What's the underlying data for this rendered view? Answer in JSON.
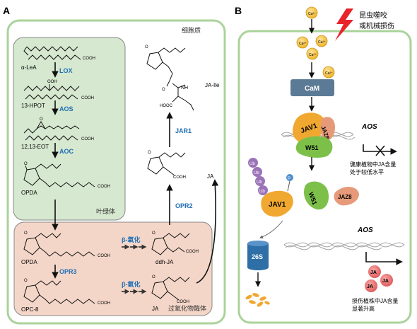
{
  "panels": {
    "a": {
      "letter": "A",
      "cytoplasm_label": "细胞质",
      "chloroplast_label": "叶绿体",
      "peroxisome_label": "过氧化物酶体",
      "compounds": {
        "alpha_lea": "α-LeA",
        "hpot": "13-HPOT",
        "eot": "12,13-EOT",
        "opda_chloroplast": "OPDA",
        "opda_peroxisome": "OPDA",
        "ddh_ja": "ddh-JA",
        "opc8": "OPC-8",
        "ja_peroxisome": "JA",
        "ja_cytoplasm": "JA",
        "ja_ile": "JA-Ile",
        "cooh": "COOH",
        "oh": "OOH",
        "o": "O",
        "nh": "NH",
        "hooc": "HOOC"
      },
      "enzymes": {
        "lox": "LOX",
        "aos": "AOS",
        "aoc": "AOC",
        "opr3": "OPR3",
        "opr2": "OPR2",
        "jar1": "JAR1",
        "beta_ox_1": "β-氧化",
        "beta_ox_2": "β-氧化"
      }
    },
    "b": {
      "letter": "B",
      "stimulus": [
        "昆虫噬咬",
        "或机械损伤"
      ],
      "calcium_ion": "Ca²⁺",
      "calmodulin": "CaM",
      "jav1": "JAV1",
      "jaz8": "JAZ8",
      "w51": "W51",
      "ubiquitin": "Ub",
      "phosphate": "P",
      "proteasome": "26S",
      "gene_aos": "AOS",
      "ja": "JA",
      "healthy_note": [
        "健康植物中JA含量",
        "处于较低水平"
      ],
      "damaged_note": [
        "损伤植株中JA含量",
        "显著升高"
      ]
    }
  },
  "colors": {
    "cell_wall": "#a9d39a",
    "chloroplast_fill": "#d6e8cf",
    "peroxisome_fill": "#f4d6c8",
    "enzyme_blue": "#1f6fb5",
    "calcium": "#f5c13c",
    "cam": "#5b7a96",
    "jav1": "#f0a830",
    "jaz8": "#e79a7a",
    "w51": "#7cc04a",
    "ub": "#9b73b8",
    "proteasome": "#2f6fa8",
    "ja_ball": "#ea6f6f",
    "stimulus": "#e8232a"
  }
}
